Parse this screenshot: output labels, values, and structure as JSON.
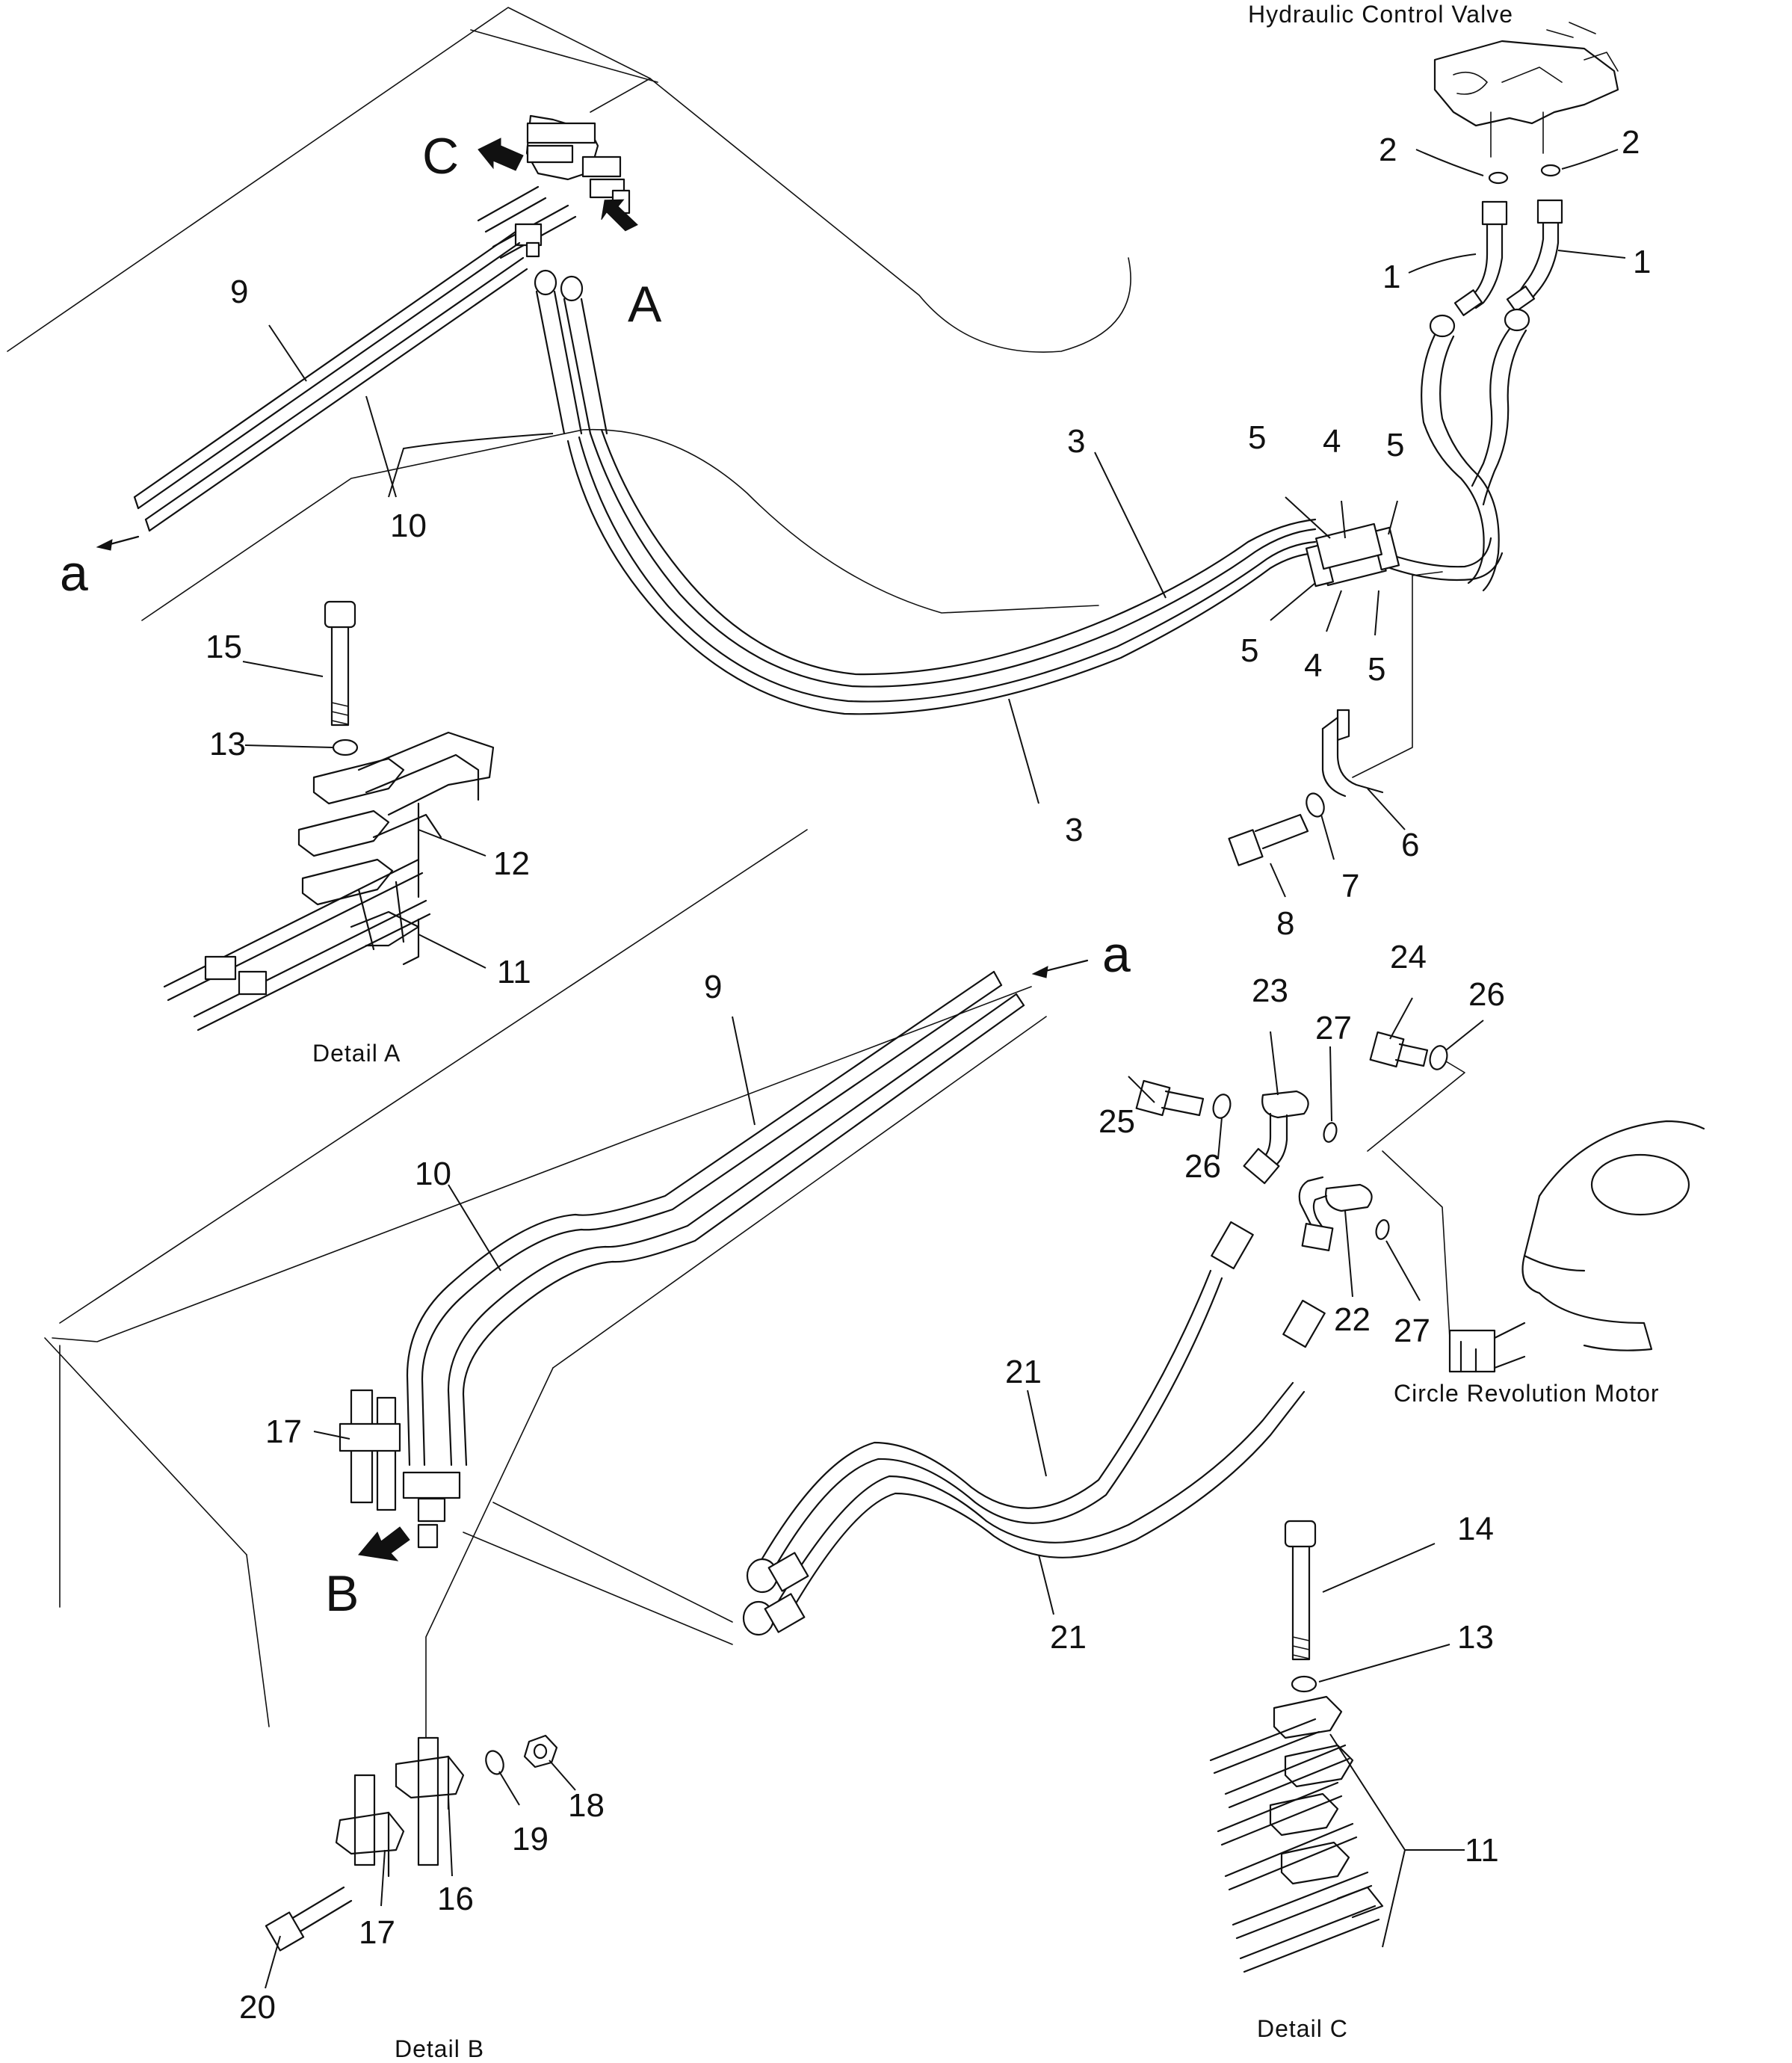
{
  "captions": {
    "hydraulic_control_valve": "Hydraulic Control Valve",
    "circle_revolution_motor": "Circle Revolution Motor",
    "detail_a": "Detail A",
    "detail_b": "Detail B",
    "detail_c": "Detail C"
  },
  "view_markers": {
    "a": "A",
    "b": "B",
    "c": "C",
    "break_a": "a"
  },
  "part_labels": {
    "p1": "1",
    "p2": "2",
    "p3": "3",
    "p4": "4",
    "p5": "5",
    "p6": "6",
    "p7": "7",
    "p8": "8",
    "p9": "9",
    "p10": "10",
    "p11": "11",
    "p12": "12",
    "p13": "13",
    "p14": "14",
    "p15": "15",
    "p16": "16",
    "p17": "17",
    "p18": "18",
    "p19": "19",
    "p20": "20",
    "p21": "21",
    "p22": "22",
    "p23": "23",
    "p24": "24",
    "p25": "25",
    "p26": "26",
    "p27": "27"
  }
}
